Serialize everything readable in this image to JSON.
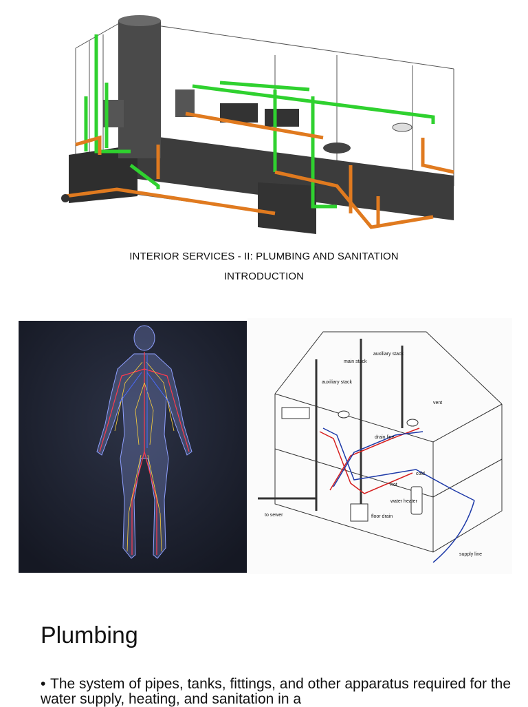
{
  "captions": {
    "line1": "INTERIOR SERVICES - II: PLUMBING AND SANITATION",
    "line2": "INTRODUCTION"
  },
  "house_diagram": {
    "labels": {
      "main_stack": "main stack",
      "auxiliary_stack_left": "auxiliary stack",
      "auxiliary_stack_right": "auxiliary stack",
      "vent": "vent",
      "drain_line": "drain line",
      "cold": "cold",
      "hot": "hot",
      "water_heater": "water heater",
      "to_sewer": "to sewer",
      "floor_drain": "floor drain",
      "supply_line": "supply line"
    }
  },
  "section": {
    "heading": "Plumbing",
    "bullet_symbol": "•",
    "bullet_text": "The system of pipes, tanks, fittings, and other apparatus required for the water supply, heating, and sanitation in a"
  },
  "colors": {
    "green_pipe": "#2fd12f",
    "orange_pipe": "#e07a1f",
    "dark_fixture": "#3a3a3a",
    "body_bg": "#1c1f2b"
  }
}
